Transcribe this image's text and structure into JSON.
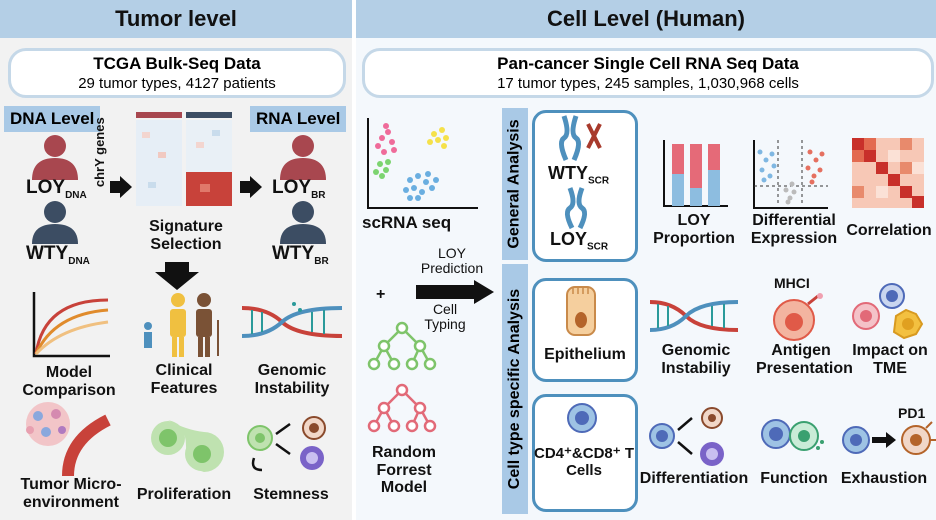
{
  "left": {
    "title": "Tumor level",
    "box_title": "TCGA Bulk-Seq Data",
    "box_sub": "29 tumor types, 4127 patients",
    "dna_level": "DNA Level",
    "rna_level": "RNA Level",
    "loy": "LOY",
    "wty": "WTY",
    "dna_sub": "DNA",
    "br_sub": "BR",
    "chry_label": "chrY genes",
    "sig_selection": "Signature Selection",
    "model_comparison": "Model Comparison",
    "clinical_features": "Clinical Features",
    "genomic_instability": "Genomic Instability",
    "tme": "Tumor Micro-environment",
    "proliferation": "Proliferation",
    "stemness": "Stemness"
  },
  "right": {
    "title": "Cell Level (Human)",
    "box_title": "Pan-cancer Single Cell RNA Seq Data",
    "box_sub": "17 tumor types, 245 samples, 1,030,968 cells",
    "scrna": "scRNA seq",
    "loy_prediction": "LOY Prediction",
    "cell_typing": "Cell Typing",
    "plus": "+",
    "random_forest": "Random Forrest Model",
    "general_analysis": "General Analysis",
    "cell_type_analysis": "Cell type specific Analysis",
    "wty_scr": "WTY",
    "loy_scr": "LOY",
    "scr_sub": "SCR",
    "loy_proportion": "LOY Proportion",
    "diff_expr": "Differential Expression",
    "correlation": "Correlation",
    "epithelium": "Epithelium",
    "genomic_instab": "Genomic Instabiliy",
    "mhci": "MHCI",
    "antigen": "Antigen Presentation",
    "impact": "Impact on TME",
    "tcells": "CD4⁺&CD8⁺ T Cells",
    "differentiation": "Differentiation",
    "function": "Function",
    "exhaustion": "Exhaustion",
    "pd1": "PD1"
  },
  "colors": {
    "header": "#b4cfe6",
    "loy_person": "#a8474f",
    "wty_person": "#3c4d63",
    "accent_blue": "#4e90bd"
  }
}
